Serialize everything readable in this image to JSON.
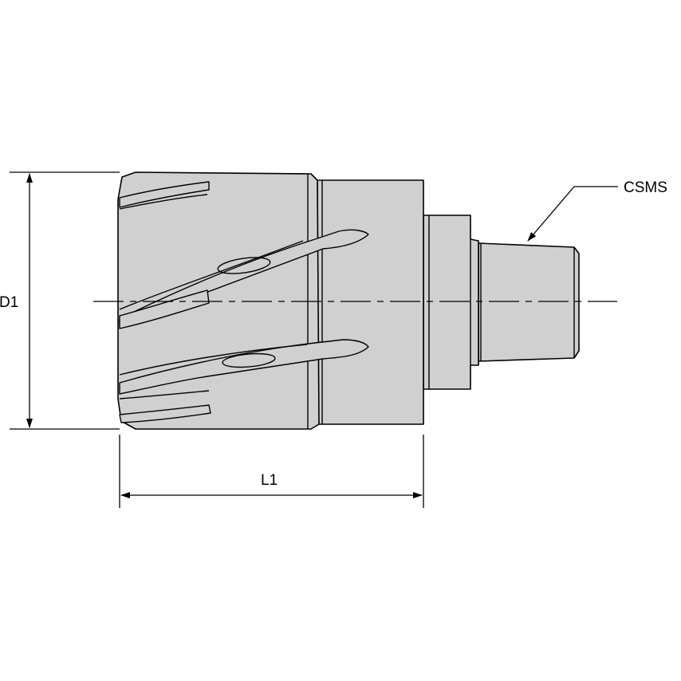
{
  "drawing": {
    "labels": {
      "d1": "D1",
      "l1": "L1",
      "csms": "CSMS"
    },
    "colors": {
      "body_fill": "#d0d0d0",
      "line": "#000000",
      "background": "#ffffff"
    }
  }
}
